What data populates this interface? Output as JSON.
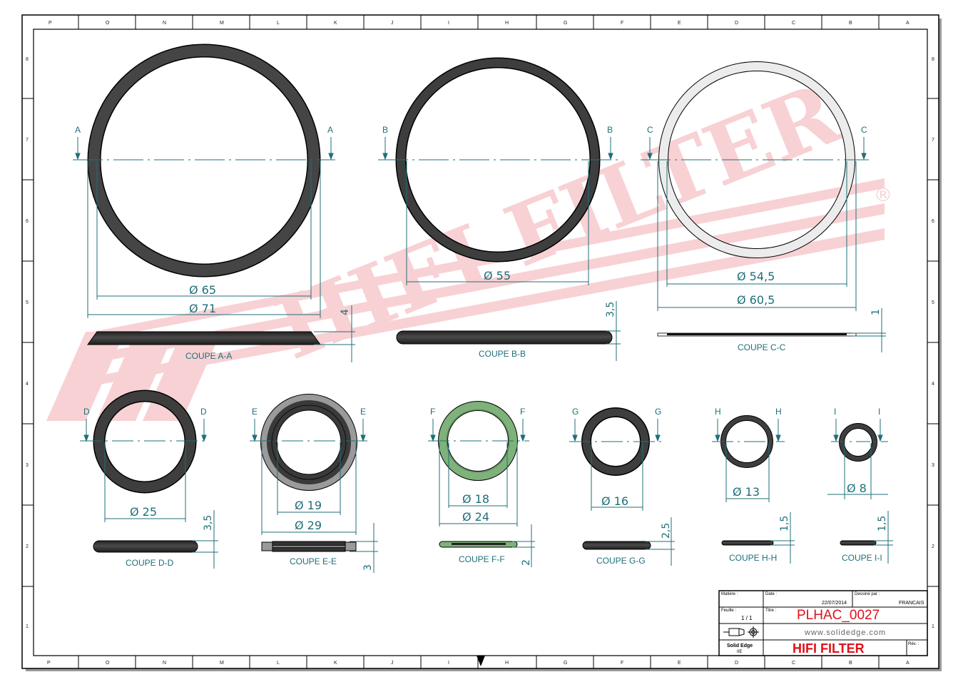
{
  "title_block": {
    "matiere_label": "Matière :",
    "matiere_value": "",
    "date_label": "Date :",
    "date_value": "22/07/2014",
    "dessine_par_label": "Dessiné par :",
    "dessine_par_value": "FRANCAIS",
    "feuille_label": "Feuille :",
    "feuille_value": "1 / 1",
    "titre_label": "Titre :",
    "titre_value": "PLHAC_0027",
    "website": "www.solidedge.com",
    "software": "Solid Edge",
    "software_sub": "IIE",
    "company": "HIFI FILTER",
    "rev_label": "Rév. :",
    "rev_value": ""
  },
  "watermark": {
    "text": "HIFI FILTER",
    "registered": "®",
    "color": "#f7c9cd"
  },
  "zones": {
    "top": [
      "P",
      "O",
      "N",
      "M",
      "L",
      "K",
      "J",
      "I",
      "H",
      "G",
      "F",
      "E",
      "D",
      "C",
      "B",
      "A"
    ],
    "bottom": [
      "P",
      "O",
      "N",
      "M",
      "L",
      "K",
      "J",
      "I",
      "H",
      "G",
      "F",
      "E",
      "D",
      "C",
      "B",
      "A"
    ],
    "left": [
      "8",
      "7",
      "6",
      "5",
      "4",
      "3",
      "2",
      "1"
    ],
    "right": [
      "8",
      "7",
      "6",
      "5",
      "4",
      "3",
      "2",
      "1"
    ]
  },
  "colors": {
    "dimension": "#1f6f78",
    "ring_black": "#3a3a3a",
    "ring_green": "#7fb27a",
    "ring_grey": "#9a9a9a",
    "ring_white": "#ececec",
    "watermark": "#f7c9cd",
    "title_red": "#e0101a"
  },
  "views": [
    {
      "id": "A",
      "section_label": "COUPE A-A",
      "dims": [
        "Ø 65",
        "Ø 71"
      ],
      "thickness": "4"
    },
    {
      "id": "B",
      "section_label": "COUPE B-B",
      "dims": [
        "Ø 55"
      ],
      "thickness": "3,5"
    },
    {
      "id": "C",
      "section_label": "COUPE C-C",
      "dims": [
        "Ø 54,5",
        "Ø 60,5"
      ],
      "thickness": "1"
    },
    {
      "id": "D",
      "section_label": "COUPE D-D",
      "dims": [
        "Ø 25"
      ],
      "thickness": "3,5"
    },
    {
      "id": "E",
      "section_label": "COUPE E-E",
      "dims": [
        "Ø 19",
        "Ø 29"
      ],
      "thickness": "3"
    },
    {
      "id": "F",
      "section_label": "COUPE F-F",
      "dims": [
        "Ø 18",
        "Ø 24"
      ],
      "thickness": "2"
    },
    {
      "id": "G",
      "section_label": "COUPE G-G",
      "dims": [
        "Ø 16"
      ],
      "thickness": "2,5"
    },
    {
      "id": "H",
      "section_label": "COUPE H-H",
      "dims": [
        "Ø 13"
      ],
      "thickness": "1,5"
    },
    {
      "id": "I",
      "section_label": "COUPE I-I",
      "dims": [
        "Ø 8"
      ],
      "thickness": "1,5"
    }
  ]
}
